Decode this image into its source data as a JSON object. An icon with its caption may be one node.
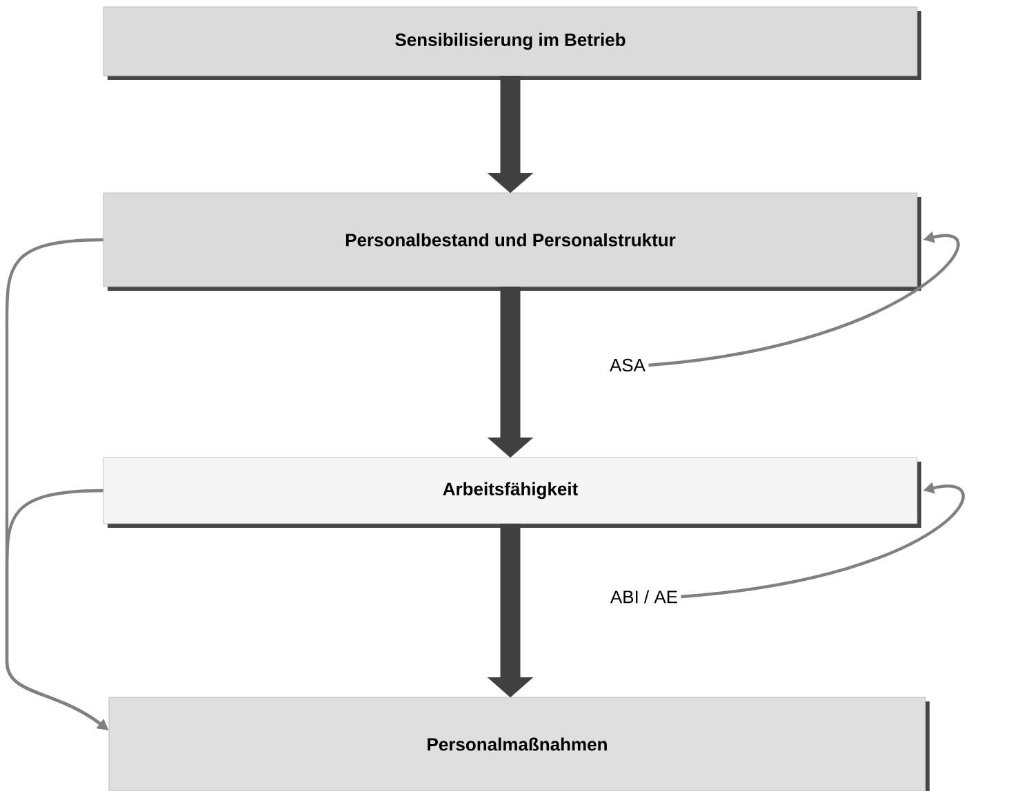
{
  "diagram": {
    "nodes": [
      {
        "text": [
          "Sensibilisierung im Betrieb"
        ]
      },
      {
        "text": [
          "Personalbestand und Personalstruktur"
        ]
      },
      {
        "text": [
          "ASA"
        ]
      },
      {
        "text": [
          "Arbeitsfähigkeit"
        ]
      },
      {
        "text": [
          "ABI / AE"
        ]
      },
      {
        "text": [
          "Personalmaßnahmen"
        ]
      }
    ],
    "edges": [
      {
        "from": 0,
        "to": 1,
        "arrow": "to",
        "style": "thick",
        "color": "#404040"
      },
      {
        "from": 1,
        "to": 3,
        "arrow": "to",
        "style": "thick",
        "color": "#404040"
      },
      {
        "from": 3,
        "to": 5,
        "arrow": "to",
        "style": "thick",
        "color": "#404040"
      },
      {
        "from": 2,
        "to": 1,
        "arrow": "to"
      },
      {
        "from": 4,
        "to": 3,
        "arrow": "to"
      },
      {
        "from": 1,
        "to": 5,
        "arrow": "to"
      },
      {
        "from": 3,
        "to": 5,
        "arrow": "to"
      }
    ]
  }
}
